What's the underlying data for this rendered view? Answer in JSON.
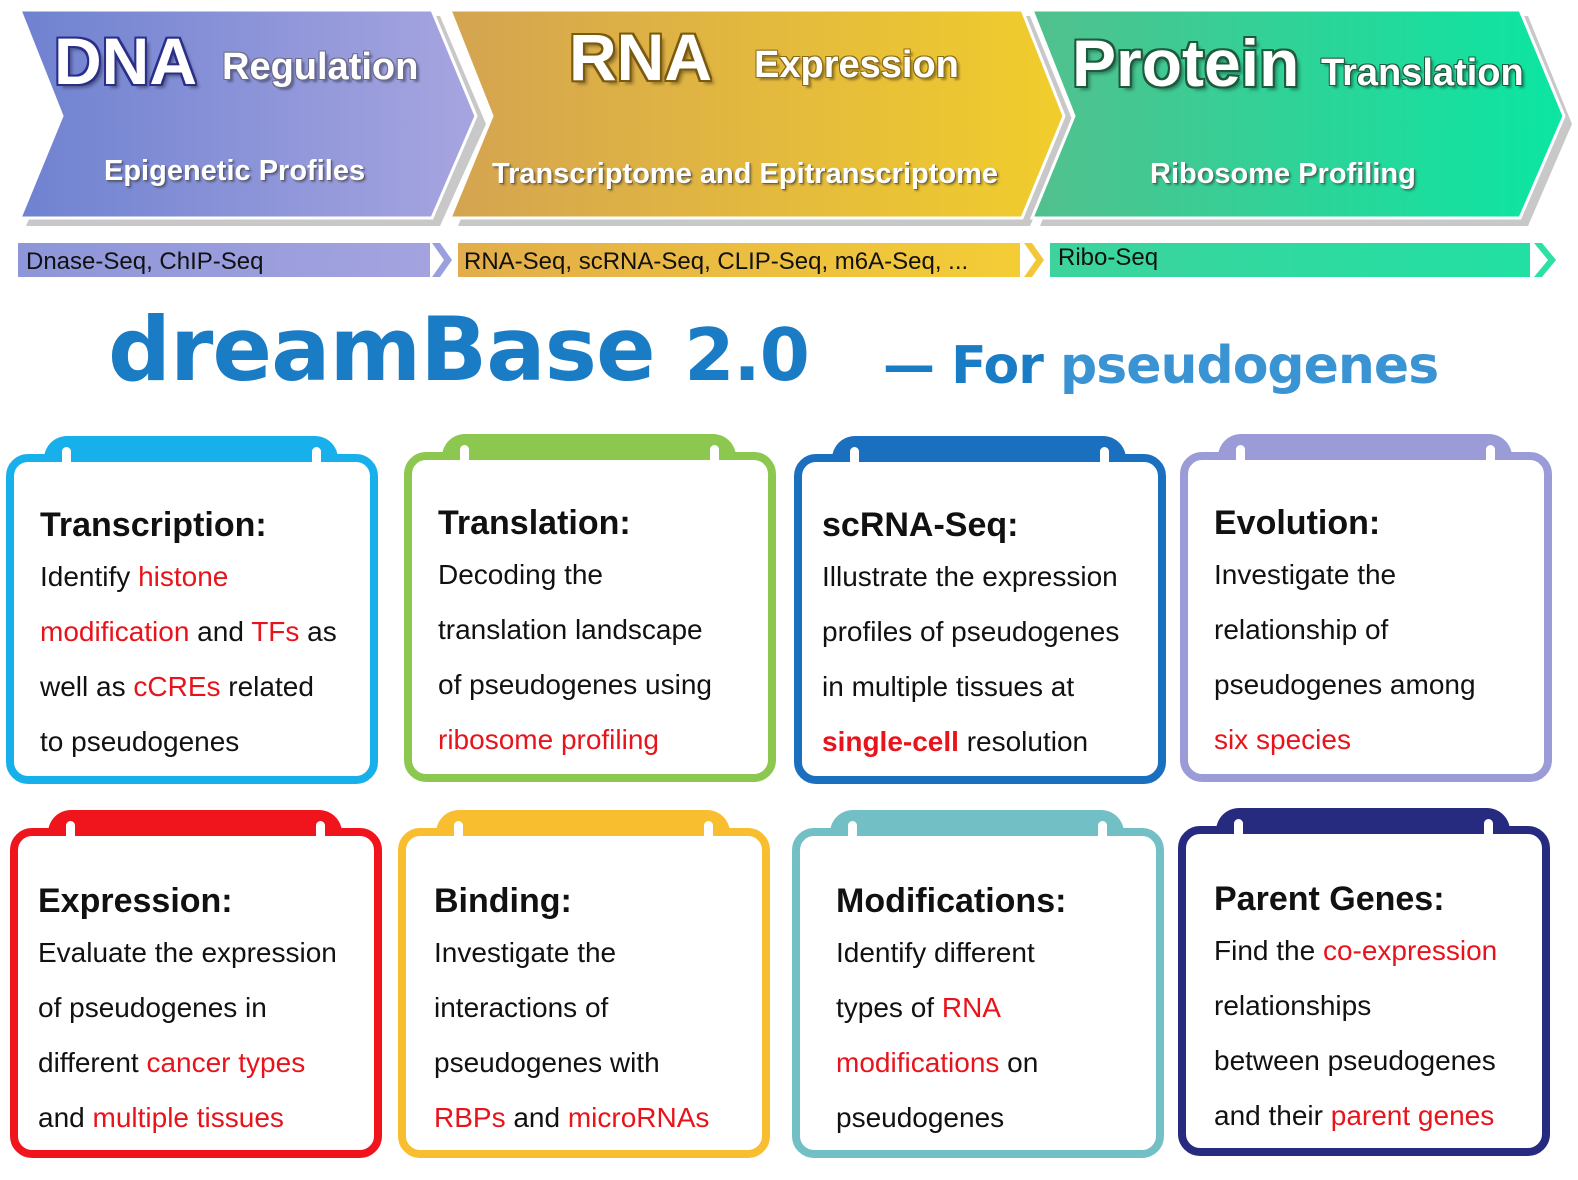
{
  "pipeline": {
    "stages": [
      {
        "title": "DNA",
        "qualifier": "Regulation",
        "subtitle": "Epigenetic Profiles",
        "methods": "Dnase-Seq, ChIP-Seq"
      },
      {
        "title": "RNA",
        "qualifier": "Expression",
        "subtitle": "Transcriptome and Epitranscriptome",
        "methods": "RNA-Seq, scRNA-Seq, CLIP-Seq, m6A-Seq, ..."
      },
      {
        "title": "Protein",
        "qualifier": "Translation",
        "subtitle": "Ribosome Profiling",
        "methods": "Ribo-Seq"
      }
    ]
  },
  "brand": {
    "name": "dreamBase",
    "version": "2.0",
    "subtitle_dash": "—",
    "subtitle_prefix": "For",
    "subtitle_accent": "pseudogenes"
  },
  "colors": {
    "dna": "#8e96d8",
    "rna": "#e3b33a",
    "protein": "#22d79a",
    "brand": "#1a7cc4",
    "highlight": "#e8141c",
    "card_transcription": "#17b0ea",
    "card_translation": "#8cc850",
    "card_scrna": "#1b6fbf",
    "card_evolution": "#9b9bd8",
    "card_expression": "#f0141c",
    "card_binding": "#f9be2f",
    "card_modifications": "#72bfc6",
    "card_parent": "#262b80"
  },
  "cards": {
    "transcription": {
      "heading": "Transcription:",
      "t1": "Identify ",
      "h1": "histone",
      "h2": "modification",
      "t2": " and ",
      "h3": "TFs",
      "t3": " as",
      "t4": "well as ",
      "h4": "cCREs",
      "t5": " related",
      "t6": "to pseudogenes"
    },
    "translation": {
      "heading": "Translation:",
      "t1": "Decoding the",
      "t2": "translation landscape",
      "t3": "of pseudogenes using",
      "h1": "ribosome profiling"
    },
    "scrna": {
      "heading": "scRNA-Seq:",
      "t1": "Illustrate the expression",
      "t2": "profiles of pseudogenes",
      "t3": "in multiple tissues at",
      "h1": "single-cell",
      "t4": " resolution"
    },
    "evolution": {
      "heading": "Evolution:",
      "t1": "Investigate the",
      "t2": "relationship of",
      "t3": "pseudogenes among",
      "h1": "six species"
    },
    "expression": {
      "heading": "Expression:",
      "t1": "Evaluate the expression",
      "t2": "of pseudogenes in",
      "t3": "different ",
      "h1": "cancer types",
      "t4": "and ",
      "h2": "multiple tissues"
    },
    "binding": {
      "heading": "Binding:",
      "t1": "Investigate the",
      "t2": "interactions of",
      "t3": "pseudogenes with",
      "h1": "RBPs",
      "t4": " and ",
      "h2": "microRNAs"
    },
    "modifications": {
      "heading": "Modifications:",
      "t1": "Identify different",
      "t2": "types of ",
      "h1": "RNA",
      "h2": "modifications",
      "t3": " on",
      "t4": "pseudogenes"
    },
    "parent": {
      "heading": "Parent Genes:",
      "t1": "Find the ",
      "h1": "co-expression",
      "t2": "relationships",
      "t3": "between pseudogenes",
      "t4": "and their ",
      "h2": "parent genes"
    }
  }
}
